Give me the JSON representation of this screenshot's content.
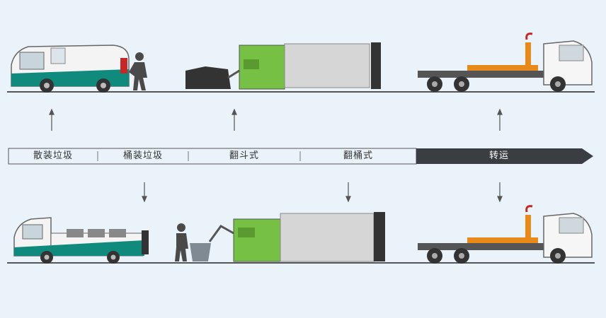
{
  "timeline": {
    "stages": [
      {
        "label": "散装垃圾"
      },
      {
        "label": "桶装垃圾"
      },
      {
        "label": "翻斗式"
      },
      {
        "label": "翻桶式"
      },
      {
        "label": "转运"
      }
    ]
  },
  "colors": {
    "teal": "#118a7e",
    "green": "#76c043",
    "orange": "#e88a1a",
    "dark_segment": "#3a3d42",
    "ground": "#555555"
  }
}
